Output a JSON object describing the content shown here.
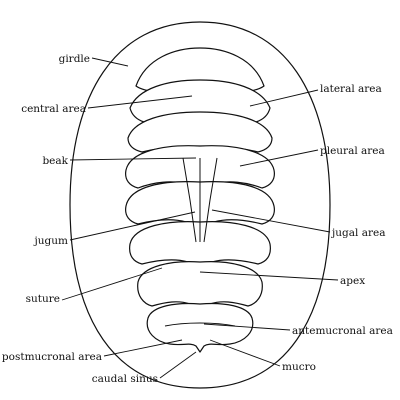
{
  "diagram": {
    "labels": {
      "girdle": "girdle",
      "central_area": "central area",
      "beak": "beak",
      "jugum": "jugum",
      "suture": "suture",
      "postmucronal_area": "postmucronal area",
      "caudal_sinus": "caudal sinus",
      "lateral_area": "lateral area",
      "pleural_area": "pleural area",
      "jugal_area": "jugal area",
      "apex": "apex",
      "antemucronal_area": "antemucronal area",
      "mucro": "mucro"
    },
    "colors": {
      "line": "#111111",
      "background": "#ffffff"
    }
  }
}
